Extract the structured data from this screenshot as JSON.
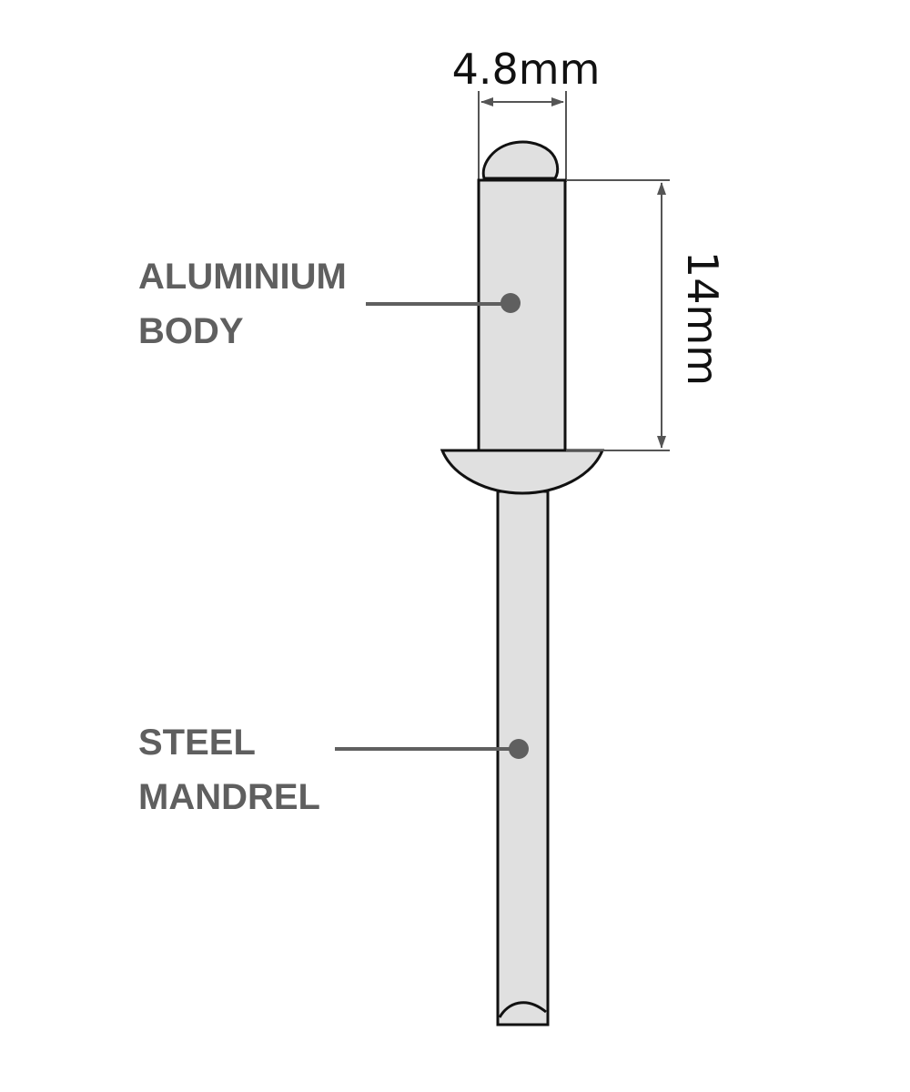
{
  "dimensions": {
    "diameter": "4.8mm",
    "length": "14mm"
  },
  "labels": {
    "body_line1": "ALUMINIUM",
    "body_line2": "BODY",
    "mandrel_line1": "STEEL",
    "mandrel_line2": "MANDREL"
  },
  "colors": {
    "part_fill": "#e0e0e0",
    "outline": "#111111",
    "callout": "#5f5f5f",
    "dimension_line": "#555555"
  }
}
